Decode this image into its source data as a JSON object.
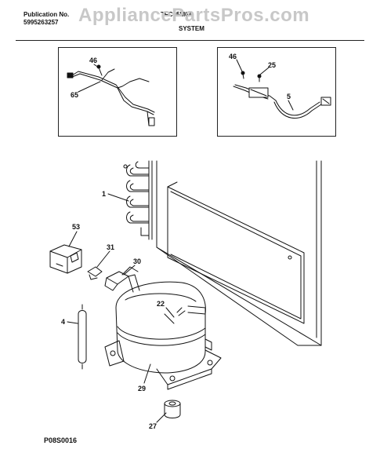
{
  "header": {
    "publication_label": "Publication No.",
    "publication_number": "5995263257",
    "model": "TFC05M0A",
    "section": "SYSTEM"
  },
  "watermark": "AppliancePartsPros.com",
  "callouts": {
    "c46a": "46",
    "c65": "65",
    "c46b": "46",
    "c25": "25",
    "c5": "5",
    "c1": "1",
    "c53": "53",
    "c31": "31",
    "c30": "30",
    "c22": "22",
    "c4": "4",
    "c29": "29",
    "c27": "27"
  },
  "figure_code": "P08S0016",
  "colors": {
    "line": "#111111",
    "rule": "#222222",
    "watermark": "#c8c8c8"
  }
}
